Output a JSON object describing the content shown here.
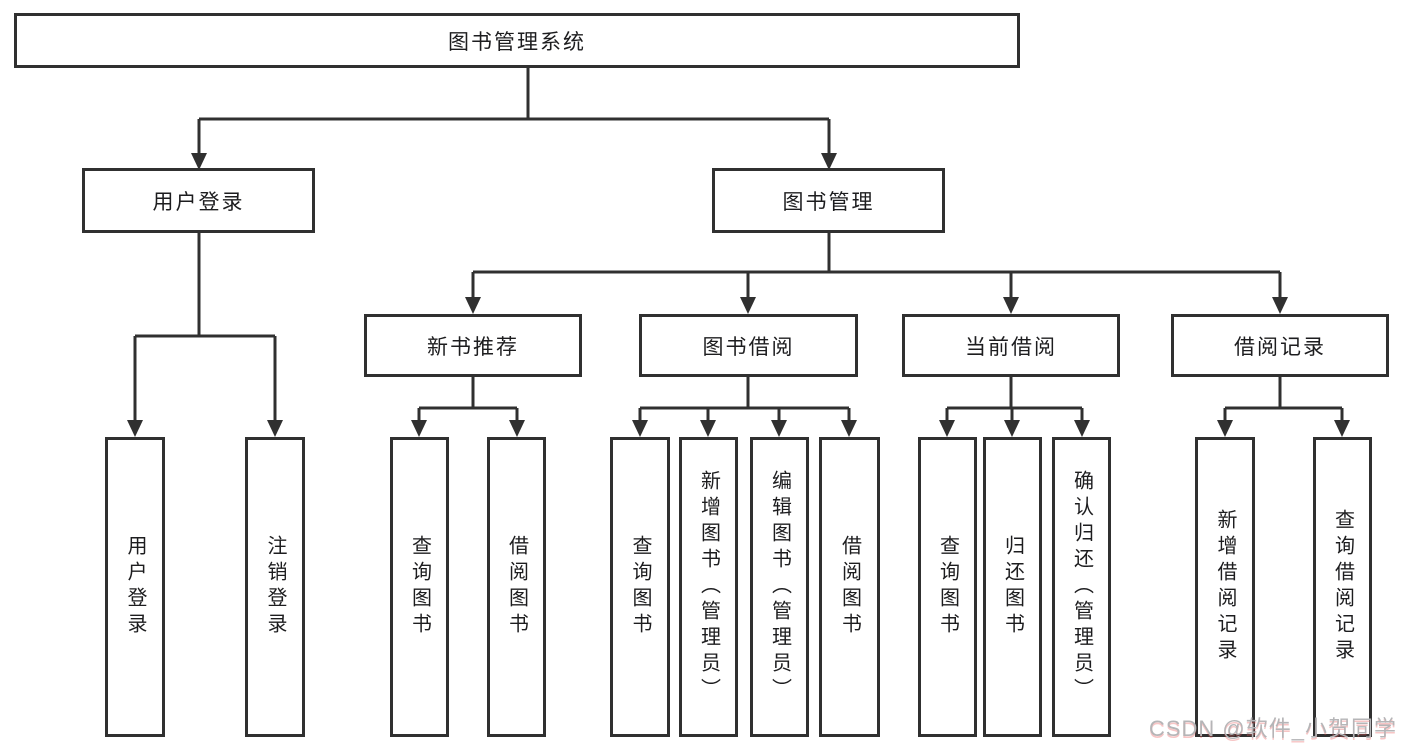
{
  "tree": {
    "root": {
      "label": "图书管理系统",
      "children": [
        {
          "label": "用户登录",
          "children": [
            {
              "label": "用户登录"
            },
            {
              "label": "注销登录"
            }
          ]
        },
        {
          "label": "图书管理",
          "children": [
            {
              "label": "新书推荐",
              "children": [
                {
                  "label": "查询图书"
                },
                {
                  "label": "借阅图书"
                }
              ]
            },
            {
              "label": "图书借阅",
              "children": [
                {
                  "label": "查询图书"
                },
                {
                  "label": "新增图书（管理员）"
                },
                {
                  "label": "编辑图书（管理员）"
                },
                {
                  "label": "借阅图书"
                }
              ]
            },
            {
              "label": "当前借阅",
              "children": [
                {
                  "label": "查询图书"
                },
                {
                  "label": "归还图书"
                },
                {
                  "label": "确认归还（管理员）"
                }
              ]
            },
            {
              "label": "借阅记录",
              "children": [
                {
                  "label": "新增借阅记录"
                },
                {
                  "label": "查询借阅记录"
                }
              ]
            }
          ]
        }
      ]
    }
  },
  "watermark": "CSDN @软件_小贺同学",
  "colors": {
    "line": "#303030",
    "text": "#1d1d1f",
    "background": "#ffffff",
    "watermark": "#b5b5b7"
  }
}
